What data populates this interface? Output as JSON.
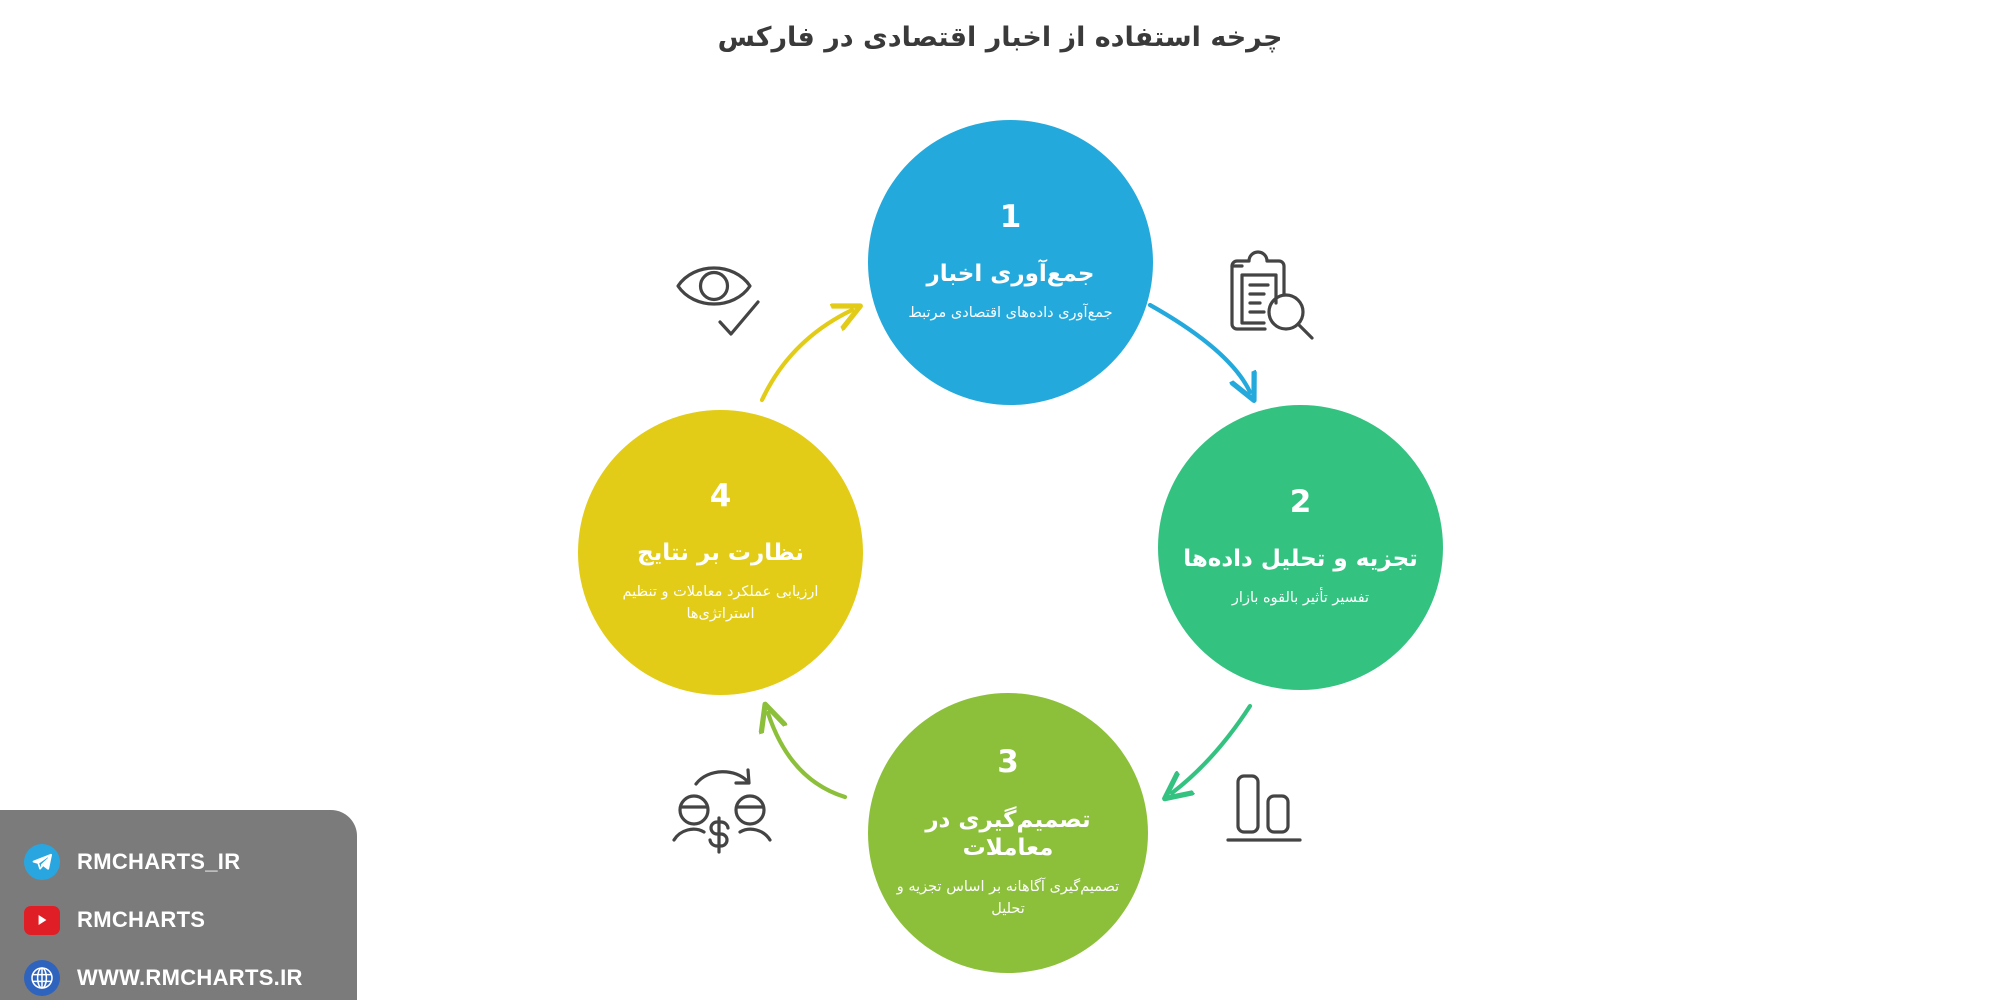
{
  "title": "چرخه استفاده از اخبار اقتصادی در فارکس",
  "colors": {
    "step1": "#24A9DC",
    "step2": "#34C281",
    "step3": "#8CC03A",
    "step4": "#E2CC18",
    "title_text": "#3a3a3a",
    "icon_stroke": "#444444",
    "watermark_bg": "#7b7b7b",
    "telegram": "#29A6E0",
    "youtube": "#E01E26",
    "website": "#2E63BE"
  },
  "steps": [
    {
      "number": "1",
      "title": "جمع‌آوری اخبار",
      "subtitle": "جمع‌آوری داده‌های اقتصادی مرتبط",
      "color": "#24A9DC"
    },
    {
      "number": "2",
      "title": "تجزیه و تحلیل داده‌ها",
      "subtitle": "تفسیر تأثیر بالقوه بازار",
      "color": "#34C281"
    },
    {
      "number": "3",
      "title": "تصمیم‌گیری در معاملات",
      "subtitle": "تصمیم‌گیری آگاهانه بر اساس تجزیه و تحلیل",
      "color": "#8CC03A"
    },
    {
      "number": "4",
      "title": "نظارت بر نتایج",
      "subtitle": "ارزیابی عملکرد معاملات و تنظیم استراتژی‌ها",
      "color": "#E2CC18"
    }
  ],
  "icons": [
    {
      "name": "eye-check-icon",
      "position": "top-left"
    },
    {
      "name": "clipboard-search-icon",
      "position": "top-right"
    },
    {
      "name": "bar-chart-icon",
      "position": "bottom-right"
    },
    {
      "name": "money-exchange-icon",
      "position": "bottom-left"
    }
  ],
  "arrows": [
    {
      "from": "1",
      "to": "2",
      "color": "#24A9DC"
    },
    {
      "from": "2",
      "to": "3",
      "color": "#34C281"
    },
    {
      "from": "3",
      "to": "4",
      "color": "#8CC03A"
    },
    {
      "from": "4",
      "to": "1",
      "color": "#E2CC18"
    }
  ],
  "watermark": {
    "rows": [
      {
        "icon": "telegram-icon",
        "label": "RMCHARTS_IR"
      },
      {
        "icon": "youtube-icon",
        "label": "RMCHARTS"
      },
      {
        "icon": "globe-icon",
        "label": "WWW.RMCHARTS.IR"
      }
    ]
  }
}
